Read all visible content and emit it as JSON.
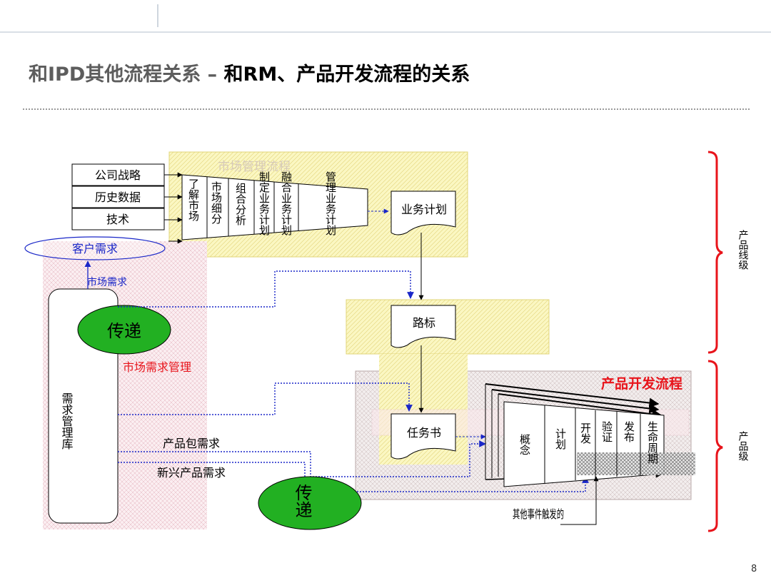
{
  "header": {
    "title_part1": "和IPD其他流程关系 – ",
    "title_part2": "和RM、产品开发流程的关系",
    "page_number": "8"
  },
  "market_process": {
    "title": "市场管理流程",
    "inputs": [
      "公司战略",
      "历史数据",
      "技术"
    ],
    "customer_need": "客户需求",
    "funnel_steps": [
      "了解市场",
      "市场细分",
      "组合分析",
      "制定业务计划",
      "融合业务计划",
      "管理业务计划"
    ],
    "business_plan": "业务计划"
  },
  "roadmap": {
    "label": "路标"
  },
  "requirements": {
    "market_need_label": "市场需求",
    "transfer_label": "传递",
    "rm_title": "市场需求管理",
    "repository": "需求管理库",
    "product_package_need": "产品包需求",
    "emerging_product_need": "新兴产品需求",
    "transfer_label_2": "传递"
  },
  "product_dev": {
    "title": "产品开发流程",
    "charter": "任务书",
    "phases": [
      "概念",
      "计划",
      "开发",
      "验证",
      "发布",
      "生命周期"
    ],
    "other_events": "其他事件触发的"
  },
  "levels": {
    "product_line": "产品线级",
    "product": "产品级"
  },
  "colors": {
    "accent_red": "#e8141b",
    "arrow_blue": "#1a27c8",
    "transfer_green": "#22b022",
    "yellow_area": "#fbf7c2",
    "pink_area": "#f7e2e6"
  }
}
